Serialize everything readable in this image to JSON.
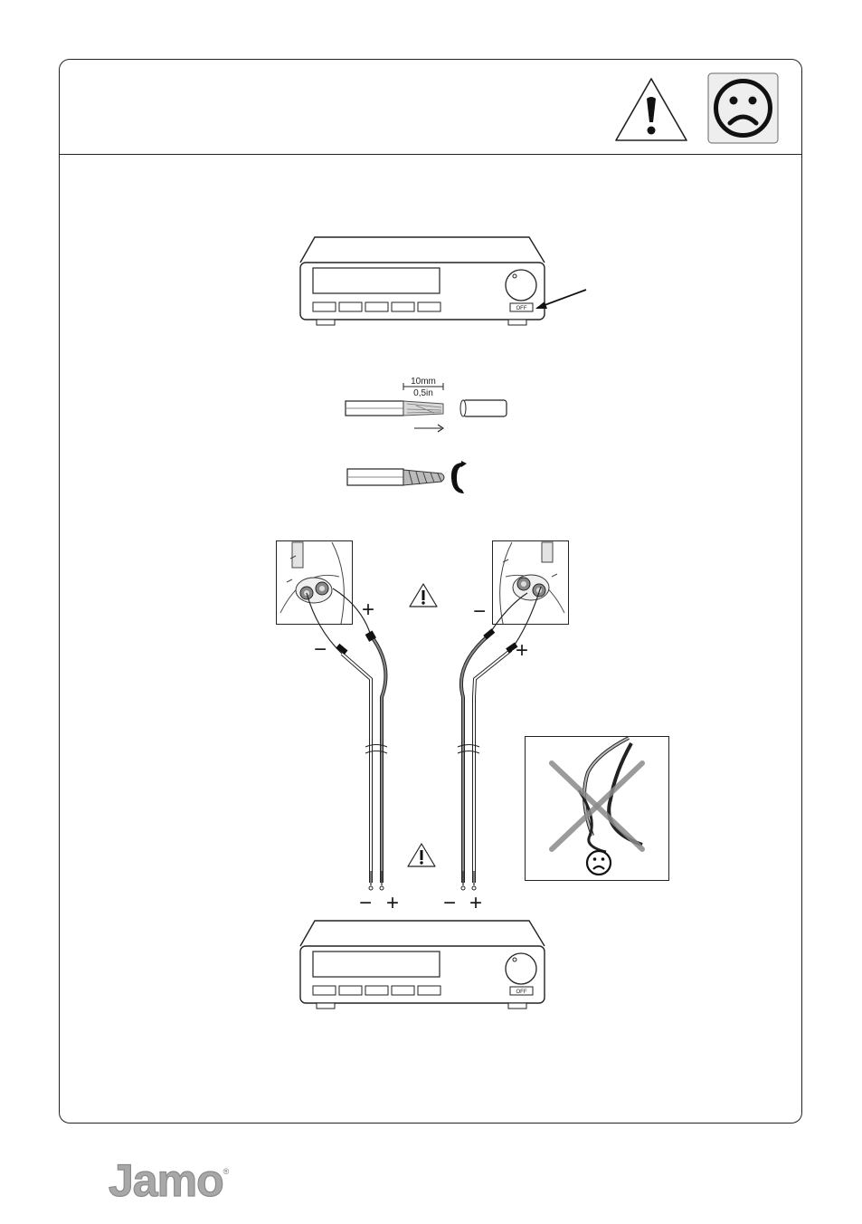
{
  "manual_page": {
    "header": {
      "warning_icon": "warning-triangle-icon",
      "sad_face_icon": "sad-face-icon"
    },
    "step_power_off": {
      "off_label": "OFF"
    },
    "step_strip_wire": {
      "dimension_metric": "10mm",
      "dimension_imperial": "0,5in"
    },
    "step_connect": {
      "left_top_plus": "+",
      "left_top_minus": "−",
      "right_top_minus": "−",
      "right_top_plus": "+",
      "amp_left_minus": "−",
      "amp_left_plus": "+",
      "amp_right_minus": "−",
      "amp_right_plus": "+",
      "amp_off_label": "OFF"
    },
    "brand": {
      "name": "Jamo",
      "registered": "®"
    }
  }
}
